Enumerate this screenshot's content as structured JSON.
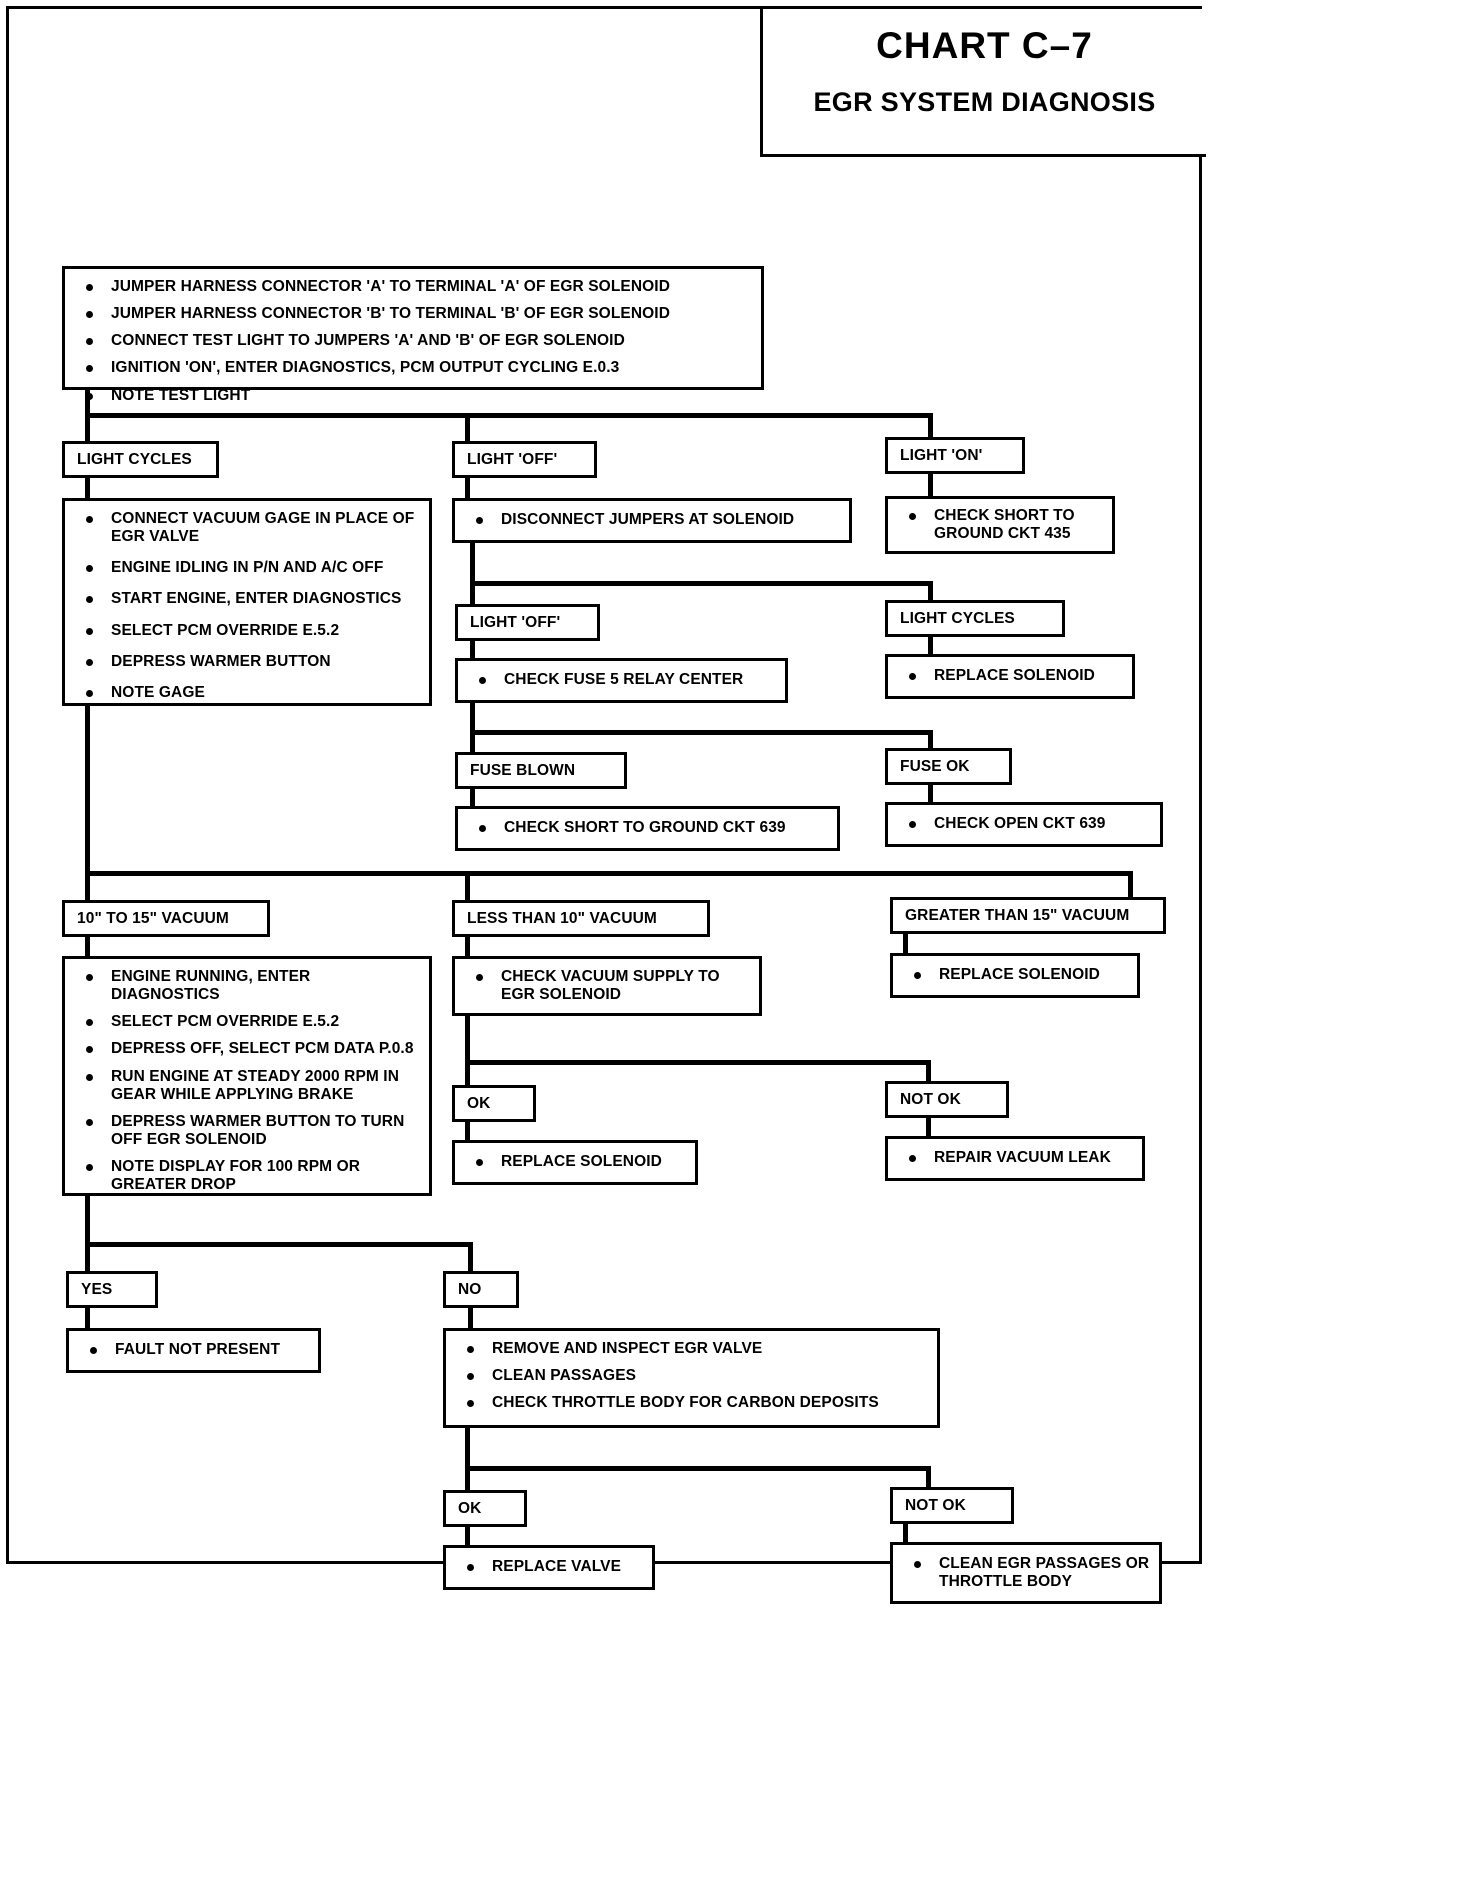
{
  "title_block": {
    "chart_number": "CHART C–7",
    "chart_title": "EGR SYSTEM DIAGNOSIS"
  },
  "nodes": {
    "start": {
      "items": [
        "JUMPER HARNESS CONNECTOR 'A' TO TERMINAL 'A' OF EGR SOLENOID",
        "JUMPER HARNESS CONNECTOR 'B' TO TERMINAL 'B' OF EGR SOLENOID",
        "CONNECT TEST LIGHT TO JUMPERS 'A' AND 'B' OF EGR SOLENOID",
        "IGNITION 'ON', ENTER DIAGNOSTICS, PCM OUTPUT CYCLING E.0.3",
        "NOTE TEST LIGHT"
      ]
    },
    "branch_light_cycles": {
      "label": "LIGHT CYCLES"
    },
    "branch_light_off": {
      "label": "LIGHT 'OFF'"
    },
    "branch_light_on": {
      "label": "LIGHT 'ON'"
    },
    "vacuum_gage_steps": {
      "items": [
        "CONNECT VACUUM GAGE IN PLACE OF EGR VALVE",
        "ENGINE IDLING IN P/N AND A/C OFF",
        "START ENGINE, ENTER DIAGNOSTICS",
        "SELECT PCM OVERRIDE E.5.2",
        "DEPRESS WARMER  BUTTON",
        "NOTE GAGE"
      ]
    },
    "disconnect_jumpers": {
      "items": [
        "DISCONNECT JUMPERS AT SOLENOID"
      ]
    },
    "check_short_435": {
      "items": [
        "CHECK SHORT TO GROUND CKT 435"
      ]
    },
    "light_off_2": {
      "label": "LIGHT 'OFF'"
    },
    "light_cycles_2": {
      "label": "LIGHT CYCLES"
    },
    "check_fuse_5": {
      "items": [
        "CHECK FUSE 5 RELAY CENTER"
      ]
    },
    "replace_solenoid_1": {
      "items": [
        "REPLACE SOLENOID"
      ]
    },
    "fuse_blown": {
      "label": "FUSE BLOWN"
    },
    "fuse_ok": {
      "label": "FUSE OK"
    },
    "check_short_639": {
      "items": [
        "CHECK SHORT TO GROUND CKT 639"
      ]
    },
    "check_open_639": {
      "items": [
        "CHECK OPEN CKT 639"
      ]
    },
    "vac_10_15": {
      "label": "10\" TO 15\" VACUUM"
    },
    "vac_less_10": {
      "label": "LESS THAN 10\" VACUUM"
    },
    "vac_greater_15": {
      "label": "GREATER THAN 15\" VACUUM"
    },
    "engine_running_steps": {
      "items": [
        "ENGINE RUNNING, ENTER DIAGNOSTICS",
        "SELECT PCM OVERRIDE  E.5.2",
        "DEPRESS OFF,  SELECT PCM DATA P.0.8",
        "RUN ENGINE AT STEADY 2000 RPM IN GEAR WHILE APPLYING BRAKE",
        "DEPRESS WARMER BUTTON TO TURN OFF EGR SOLENOID",
        "NOTE DISPLAY FOR 100 RPM OR GREATER DROP"
      ]
    },
    "check_vacuum_supply": {
      "items": [
        "CHECK VACUUM SUPPLY TO EGR SOLENOID"
      ]
    },
    "replace_solenoid_2": {
      "items": [
        "REPLACE SOLENOID"
      ]
    },
    "ok_1": {
      "label": "OK"
    },
    "not_ok_1": {
      "label": "NOT OK"
    },
    "replace_solenoid_3": {
      "items": [
        "REPLACE SOLENOID"
      ]
    },
    "repair_vacuum_leak": {
      "items": [
        "REPAIR VACUUM LEAK"
      ]
    },
    "yes": {
      "label": "YES"
    },
    "no": {
      "label": "NO"
    },
    "fault_not_present": {
      "items": [
        "FAULT NOT PRESENT"
      ]
    },
    "remove_inspect": {
      "items": [
        "REMOVE AND INSPECT EGR VALVE",
        "CLEAN PASSAGES",
        "CHECK THROTTLE BODY FOR CARBON DEPOSITS"
      ]
    },
    "ok_2": {
      "label": "OK"
    },
    "not_ok_2": {
      "label": "NOT OK"
    },
    "replace_valve": {
      "items": [
        "REPLACE VALVE"
      ]
    },
    "clean_egr_passages": {
      "items": [
        "CLEAN EGR PASSAGES OR THROTTLE BODY"
      ]
    }
  }
}
